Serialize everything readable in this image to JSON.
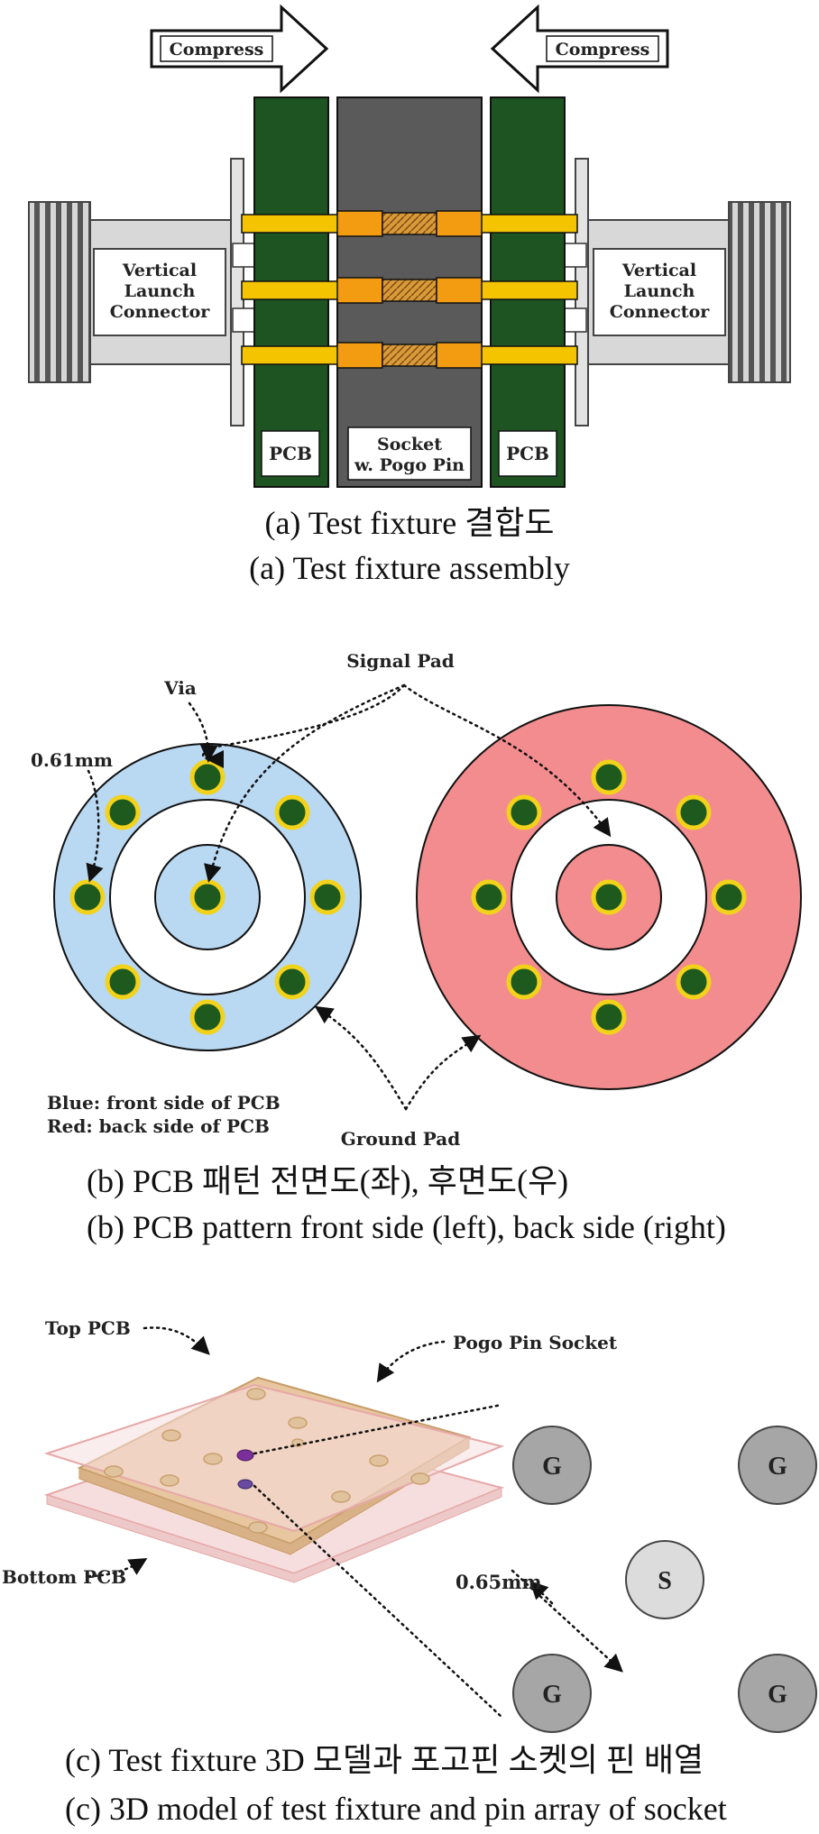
{
  "panel_a": {
    "compress_left": "Compress",
    "compress_right": "Compress",
    "connector_left": [
      "Vertical",
      "Launch",
      "Connector"
    ],
    "connector_right": [
      "Vertical",
      "Launch",
      "Connector"
    ],
    "pcb_left": "PCB",
    "pcb_right": "PCB",
    "socket": [
      "Socket",
      "w. Pogo Pin"
    ],
    "caption_ko": "(a)  Test  fixture  결합도",
    "caption_en": "(a)  Test  fixture  assembly"
  },
  "panel_b": {
    "signal_pad": "Signal Pad",
    "via": "Via",
    "dimension": "0.61mm",
    "legend_blue": "Blue: front side of PCB",
    "legend_red": "Red: back side of PCB",
    "ground_pad": "Ground Pad",
    "caption_ko": "(b)  PCB  패턴  전면도(좌),  후면도(우)",
    "caption_en": "(b)  PCB  pattern  front  side  (left),  back  side  (right)",
    "colors": {
      "front": "#b9d8f2",
      "back": "#f28c8e",
      "via_fill": "#1e5a1e",
      "via_ring": "#f2d21a"
    }
  },
  "panel_c": {
    "top_pcb": "Top PCB",
    "pogo_socket": "Pogo Pin Socket",
    "bottom_pcb": "Bottom PCB",
    "dimension": "0.65mm",
    "pins": [
      "G",
      "G",
      "S",
      "G",
      "G"
    ],
    "caption_ko": "(c)  Test  fixture  3D  모델과  포고핀  소켓의  핀  배열",
    "caption_en": "(c)  3D  model  of  test  fixture  and  pin  array  of  socket"
  }
}
